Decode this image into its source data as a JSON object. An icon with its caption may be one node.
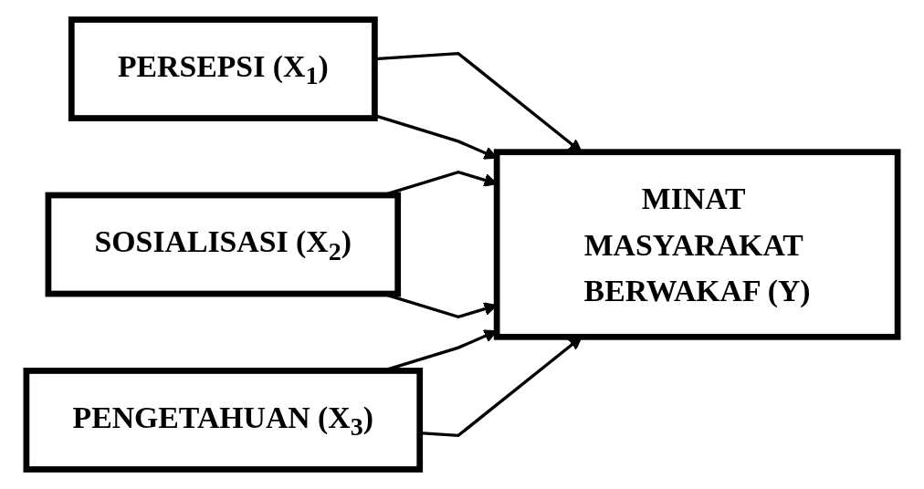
{
  "diagram": {
    "nodes": [
      {
        "text": [
          "PERSEPSI (X$_{1}$)"
        ]
      },
      {
        "text": [
          "SOSIALISASI (X$_{2}$)"
        ]
      },
      {
        "text": [
          "PENGETAHUAN (X$_{3}$)"
        ]
      },
      {
        "text": [
          "MINAT MASYARAKAT BERWAKAF (Y)"
        ]
      }
    ],
    "edges": [
      {
        "from": 0,
        "to": 3,
        "arrow": "to"
      },
      {
        "from": 1,
        "to": 3,
        "arrow": "to"
      },
      {
        "from": 2,
        "to": 3,
        "arrow": "to"
      },
      {
        "from": 0,
        "to": 3,
        "arrow": "to"
      },
      {
        "from": 1,
        "to": 3,
        "arrow": "to"
      },
      {
        "from": 2,
        "to": 3,
        "arrow": "to"
      }
    ]
  }
}
